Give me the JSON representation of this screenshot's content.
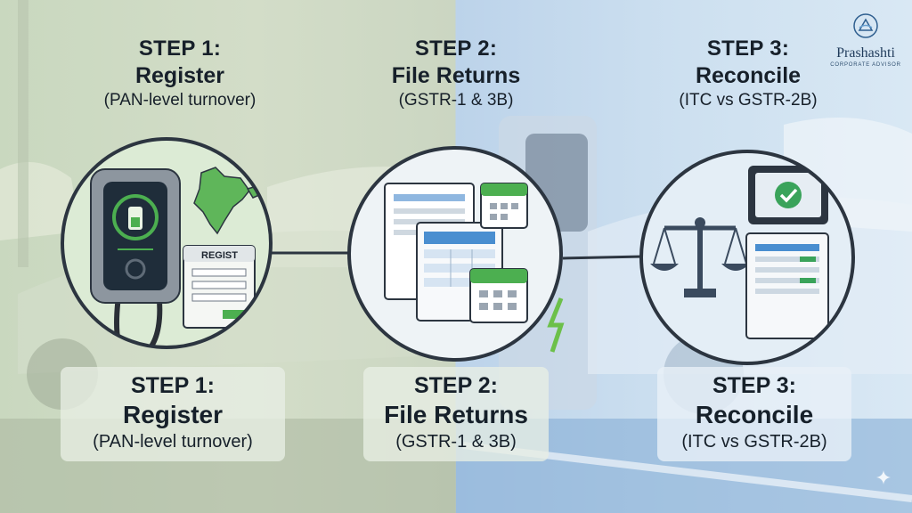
{
  "brand": {
    "name": "Prashashti",
    "tagline": "CORPORATE ADVISOR"
  },
  "steps": [
    {
      "step": "STEP 1:",
      "title": "Register",
      "detail": "(PAN-level turnover)",
      "accent": "#4caf50"
    },
    {
      "step": "STEP 2:",
      "title": "File Returns",
      "detail": "(GSTR-1 & 3B)",
      "accent": "#4a8ed0"
    },
    {
      "step": "STEP 3:",
      "title": "Reconcile",
      "detail": "(ITC vs GSTR-2B)",
      "accent": "#3aa35a"
    }
  ],
  "icons": {
    "step1": [
      "ev-charger-icon",
      "india-map-icon",
      "registration-form-icon"
    ],
    "step2": [
      "return-documents-icon",
      "calendar-icon"
    ],
    "step3": [
      "balance-scale-icon",
      "tablet-check-icon",
      "ledger-icon"
    ]
  },
  "registration_form_label": "REGIST",
  "colors": {
    "ink": "#17202a",
    "green": "#4caf50",
    "blue": "#4a8ed0",
    "ring": "#2c3540"
  }
}
